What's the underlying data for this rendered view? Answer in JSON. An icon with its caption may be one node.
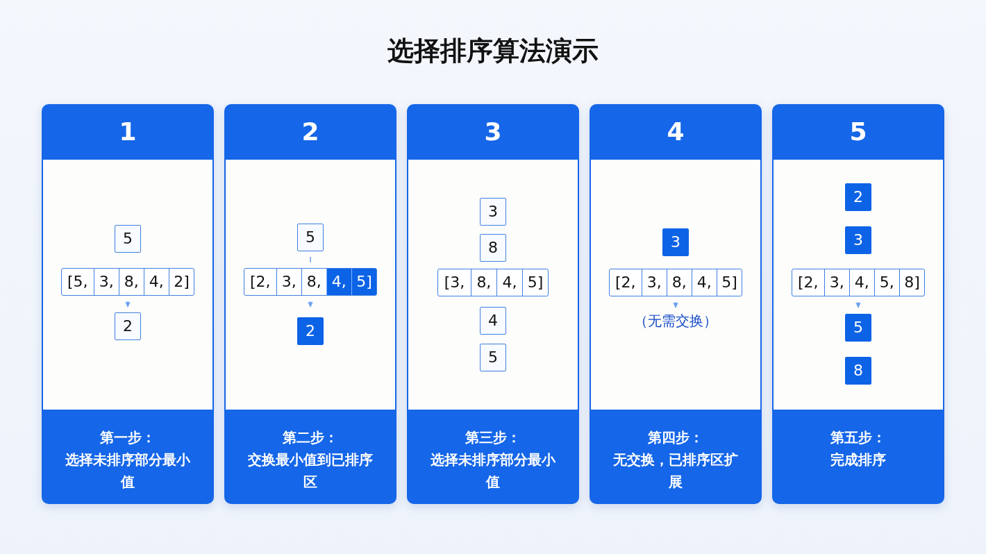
{
  "diagram": {
    "title": "选择排序算法演示",
    "nodes": [
      {
        "text": [
          "1",
          "第一步：",
          "选择未排序部分最小值"
        ]
      },
      {
        "text": [
          "5"
        ],
        "in": 0
      },
      {
        "text": [
          "[5,",
          "3,",
          "8,",
          "4,",
          "2]"
        ],
        "in": 0
      },
      {
        "text": [
          "2"
        ],
        "in": 0
      },
      {
        "text": [
          "2",
          "第二步：",
          "交换最小值到已排序区"
        ]
      },
      {
        "text": [
          "5"
        ],
        "in": 4
      },
      {
        "text": [
          "[2,",
          "3,",
          "8,",
          "4,",
          "5]"
        ],
        "in": 4
      },
      {
        "text": [
          "2"
        ],
        "in": 4
      },
      {
        "text": [
          "3",
          "第三步：",
          "选择未排序部分最小值"
        ]
      },
      {
        "text": [
          "3"
        ],
        "in": 8
      },
      {
        "text": [
          "8"
        ],
        "in": 8
      },
      {
        "text": [
          "[3,",
          "8,",
          "4,",
          "5]"
        ],
        "in": 8
      },
      {
        "text": [
          "4"
        ],
        "in": 8
      },
      {
        "text": [
          "5"
        ],
        "in": 8
      },
      {
        "text": [
          "4",
          "第四步：",
          "无交换，已排序区扩展"
        ]
      },
      {
        "text": [
          "3"
        ],
        "in": 14
      },
      {
        "text": [
          "[2,",
          "3,",
          "8,",
          "4,",
          "5]"
        ],
        "in": 14
      },
      {
        "text": [
          "（无需交换）"
        ],
        "in": 14
      },
      {
        "text": [
          "5",
          "第五步：",
          "完成排序"
        ]
      },
      {
        "text": [
          "2"
        ],
        "in": 18
      },
      {
        "text": [
          "3"
        ],
        "in": 18
      },
      {
        "text": [
          "[2,",
          "3,",
          "4,",
          "5,",
          "8]"
        ],
        "in": 18
      },
      {
        "text": [
          "5"
        ],
        "in": 18
      },
      {
        "text": [
          "8"
        ],
        "in": 18
      }
    ],
    "edges": [
      {
        "from": 2,
        "to": 3,
        "arrow": "to"
      },
      {
        "from": 5,
        "to": 6,
        "arrow": "none"
      },
      {
        "from": 6,
        "to": 7,
        "arrow": "to"
      },
      {
        "from": 16,
        "to": 17,
        "arrow": "to"
      },
      {
        "from": 21,
        "to": 22,
        "arrow": "to"
      }
    ]
  }
}
